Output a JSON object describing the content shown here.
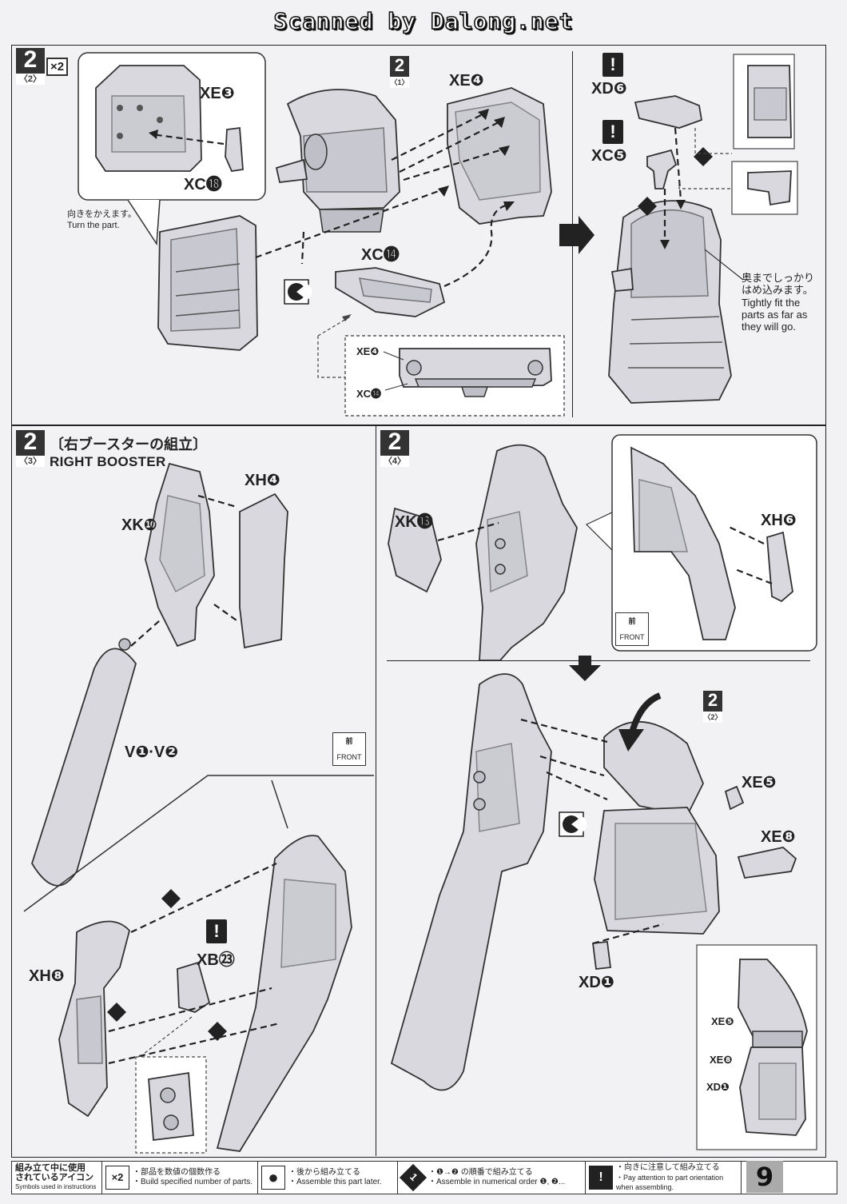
{
  "header": {
    "text": "Scanned by Dalong.net"
  },
  "panel_a": {
    "step": "2",
    "substep": "〈2〉",
    "multiplier": "×2",
    "labels": {
      "xe3": "XE❸",
      "xc18": "XC⓲",
      "ref_step": "2",
      "ref_substep": "〈1〉",
      "xe4": "XE❹",
      "xc14": "XC⓮",
      "inset_xe4": "XE❹",
      "inset_xc14": "XC⓮"
    },
    "turn_note_jp": "向きをかえます。",
    "turn_note_en": "Turn the part."
  },
  "panel_b": {
    "labels": {
      "xd6": "XD❻",
      "xc5": "XC❺",
      "order1": "1",
      "order2": "2"
    },
    "warn_mark": "!",
    "tight_note_jp_1": "奥までしっかり",
    "tight_note_jp_2": "はめ込みます。",
    "tight_note_en_1": "Tightly fit the",
    "tight_note_en_2": "parts as far as",
    "tight_note_en_3": "they will go."
  },
  "panel_c": {
    "step": "2",
    "substep": "〈3〉",
    "title_jp": "〔右ブースターの組立〕",
    "title_en": "RIGHT BOOSTER",
    "labels": {
      "xh4": "XH❹",
      "xk10": "XK❿",
      "v12": "V❶·V❷",
      "xh8": "XH❽",
      "xb23": "XB㉓",
      "order1": "1",
      "order2a": "2",
      "order2b": "2"
    },
    "front_jp": "前",
    "front_en": "FRONT"
  },
  "panel_d": {
    "step": "2",
    "substep": "〈4〉",
    "labels": {
      "xk13": "XK⓭",
      "xh6": "XH❻",
      "ref_step": "2",
      "ref_substep": "〈2〉",
      "xe5": "XE❺",
      "xe8": "XE❽",
      "xd1": "XD❶",
      "inset_xe5": "XE❺",
      "inset_xe8": "XE❽",
      "inset_xd1": "XD❶"
    },
    "front_jp": "前",
    "front_en": "FRONT"
  },
  "legend": {
    "title_jp_1": "組み立て中に使用",
    "title_jp_2": "されているアイコン",
    "title_en": "Symbols used in instructions",
    "items": [
      {
        "icon": "×2",
        "jp": "・部品を数値の個数作る",
        "en": "・Build specified number of parts."
      },
      {
        "icon": "●",
        "jp": "・後から組み立てる",
        "en": "・Assemble this part later."
      },
      {
        "icon": "1",
        "jp": "・❶→❷ の順番で組み立てる",
        "en": "・Assemble in numerical order ❶, ❷..."
      },
      {
        "icon": "!",
        "jp": "・向きに注意して組み立てる",
        "en": "・Pay attention to part orientation when assembling."
      }
    ]
  },
  "page_number": "9"
}
